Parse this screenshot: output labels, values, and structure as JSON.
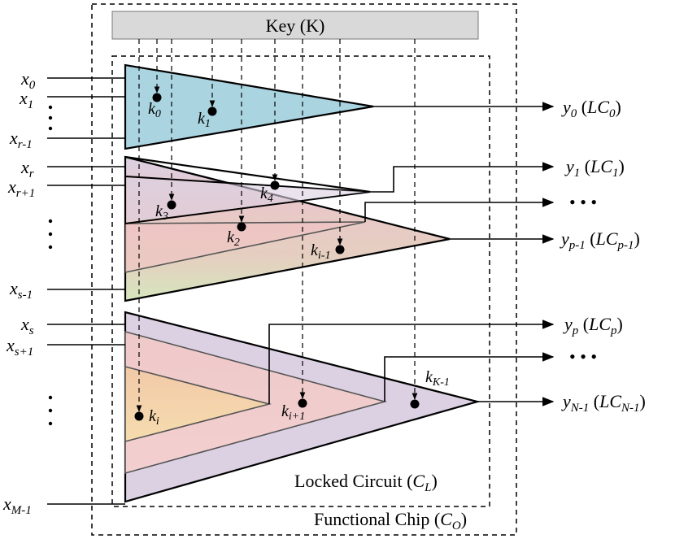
{
  "key_box": {
    "label": "Key (K)"
  },
  "locked_circuit": {
    "label_main": "Locked Circuit (",
    "label_sym": "C",
    "label_sub": "L",
    "label_close": ")"
  },
  "functional_chip": {
    "label_main": "Functional Chip (",
    "label_sym": "C",
    "label_sub": "O",
    "label_close": ")"
  },
  "inputs": {
    "x0": {
      "base": "x",
      "sub": "0"
    },
    "x1": {
      "base": "x",
      "sub": "1"
    },
    "xr1m": {
      "base": "x",
      "sub": "r-1"
    },
    "xr": {
      "base": "x",
      "sub": "r"
    },
    "xr1p": {
      "base": "x",
      "sub": "r+1"
    },
    "xs1m": {
      "base": "x",
      "sub": "s-1"
    },
    "xs": {
      "base": "x",
      "sub": "s"
    },
    "xs1p": {
      "base": "x",
      "sub": "s+1"
    },
    "xM1": {
      "base": "x",
      "sub": "M-1"
    }
  },
  "outputs": {
    "y0": {
      "base": "y",
      "sub": "0",
      "lc": "LC",
      "lcsub": "0"
    },
    "y1": {
      "base": "y",
      "sub": "1",
      "lc": "LC",
      "lcsub": "1"
    },
    "yp1": {
      "base": "y",
      "sub": "p-1",
      "lc": "LC",
      "lcsub": "p-1"
    },
    "yp": {
      "base": "y",
      "sub": "p",
      "lc": "LC",
      "lcsub": "p"
    },
    "yN1": {
      "base": "y",
      "sub": "N-1",
      "lc": "LC",
      "lcsub": "N-1"
    },
    "ellipsis": "• • •"
  },
  "keys": {
    "k0": {
      "base": "k",
      "sub": "0"
    },
    "k1": {
      "base": "k",
      "sub": "1"
    },
    "k2": {
      "base": "k",
      "sub": "2"
    },
    "k3": {
      "base": "k",
      "sub": "3"
    },
    "k4": {
      "base": "k",
      "sub": "4"
    },
    "ki1m": {
      "base": "k",
      "sub": "i-1"
    },
    "ki": {
      "base": "k",
      "sub": "i"
    },
    "ki1p": {
      "base": "k",
      "sub": "i+1"
    },
    "kK1": {
      "base": "k",
      "sub": "K-1"
    }
  },
  "colors": {
    "chip_fill": "#f2f2f2",
    "locked_fill": "#d9d9d9",
    "key_fill": "#d9d9d9",
    "tri_blue": "#a9d4e0",
    "tri_purple": "#dcd0e3",
    "tri_red": "#efc2c2",
    "tri_green": "#d5e6bd",
    "tri_orange": "#f5d3a8"
  }
}
